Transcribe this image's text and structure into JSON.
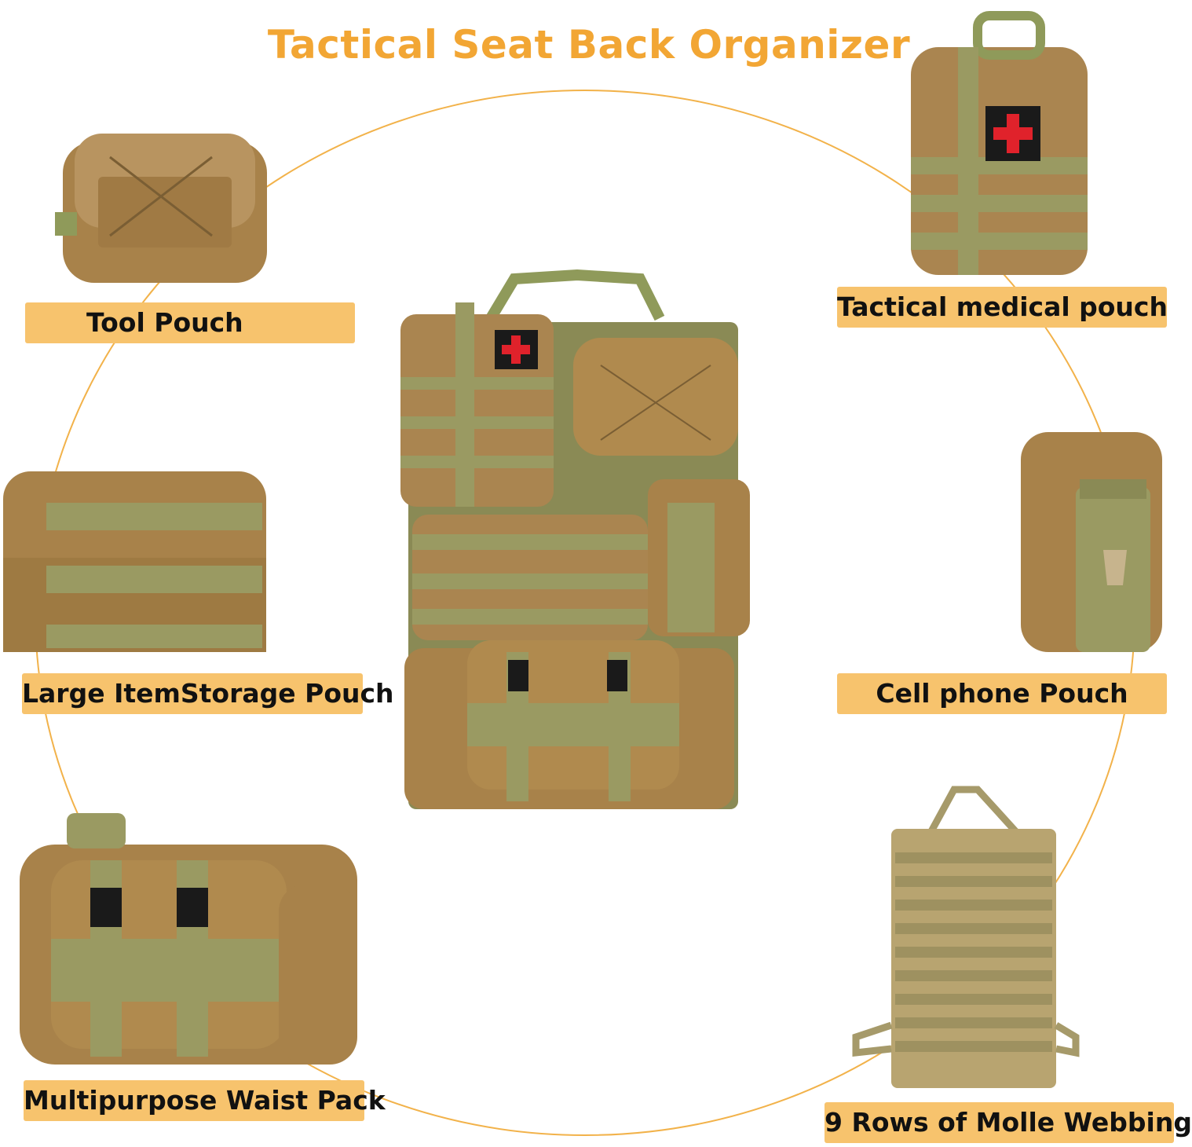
{
  "title": "Tactical Seat Back Organizer",
  "colors": {
    "title": "#f2a634",
    "label_background": "#f7c36d",
    "ring_line": "#f2b24a",
    "fabric_tan": "#b08a4e",
    "webbing_olive": "#9a9a62",
    "medical_cross": "#e0222b"
  },
  "labels": {
    "tool_pouch": "Tool Pouch",
    "medical_pouch": "Tactical medical pouch",
    "storage_pouch": "Large ItemStorage Pouch",
    "phone_pouch": "Cell phone Pouch",
    "waist_pack": "Multipurpose Waist Pack",
    "molle_webbing": "9 Rows of Molle Webbing"
  }
}
